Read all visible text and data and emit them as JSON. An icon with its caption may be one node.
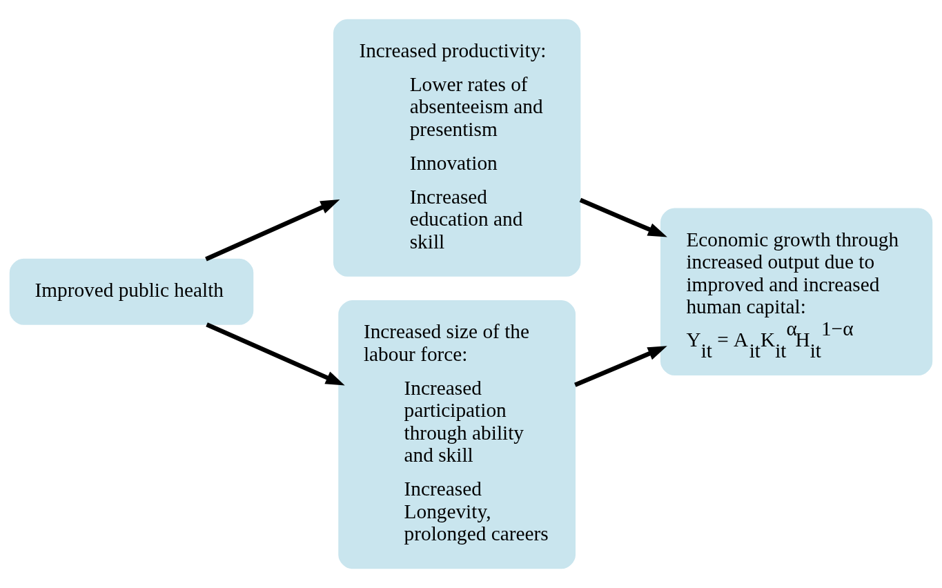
{
  "diagram": {
    "nodes": [
      {
        "text": [
          "Improved public health"
        ]
      },
      {
        "text": [
          "Increased productivity:",
          "Lower rates of absenteeism and presentism",
          "Innovation",
          "Increased education and skill"
        ]
      },
      {
        "text": [
          "Increased size of the labour force:",
          "Increased participation through ability and skill",
          "Increased Longevity, prolonged careers"
        ]
      },
      {
        "text": [
          "Economic growth through increased output due to improved and increased human capital:",
          "Y$_{it}$ = A$_{it}$K$_{it}$$^{α}$H$_{it}$$^{1−α}$"
        ]
      }
    ],
    "edges": [
      {
        "from": 0,
        "to": 1,
        "arrow": "to"
      },
      {
        "from": 0,
        "to": 2,
        "arrow": "to"
      },
      {
        "from": 1,
        "to": 3,
        "arrow": "to"
      },
      {
        "from": 2,
        "to": 3,
        "arrow": "to"
      }
    ]
  }
}
